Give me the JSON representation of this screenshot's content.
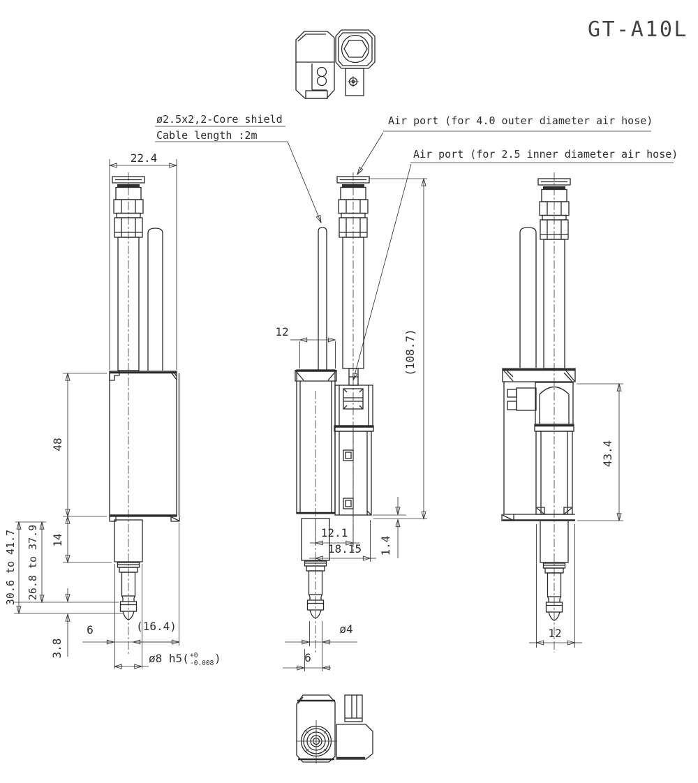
{
  "title": "GT-A10L",
  "annotations": {
    "core_shield": "ø2.5x2,2-Core shield",
    "cable_length": "Cable length :2m",
    "air_port_outer": "Air port (for 4.0 outer diameter air hose)",
    "air_port_inner": "Air port (for 2.5 inner diameter air hose)"
  },
  "dimensions": {
    "left_view": {
      "width": "22.4",
      "body_height": "48",
      "spindle_section": "14",
      "range_outer": "30.6 to 41.7",
      "range_inner": "26.8 to 37.9",
      "tip_travel": "3.8",
      "tip_offset": "6",
      "depth_ref": "(16.4)",
      "shaft_prefix": "ø8 h5(",
      "shaft_tol_upper": "+0",
      "shaft_tol_lower": "-0.008",
      "shaft_suffix": ")"
    },
    "middle_view": {
      "tube_width": "12",
      "overall_height": "(108.7)",
      "port_offset": "12.1",
      "body_width": "18.15",
      "step": "1.4",
      "probe_diameter": "ø4",
      "probe_offset": "6"
    },
    "right_view": {
      "body_height": "43.4",
      "width": "12"
    }
  },
  "colors": {
    "line": "#2a2a2a",
    "dim_line": "#333333",
    "background": "#ffffff"
  }
}
